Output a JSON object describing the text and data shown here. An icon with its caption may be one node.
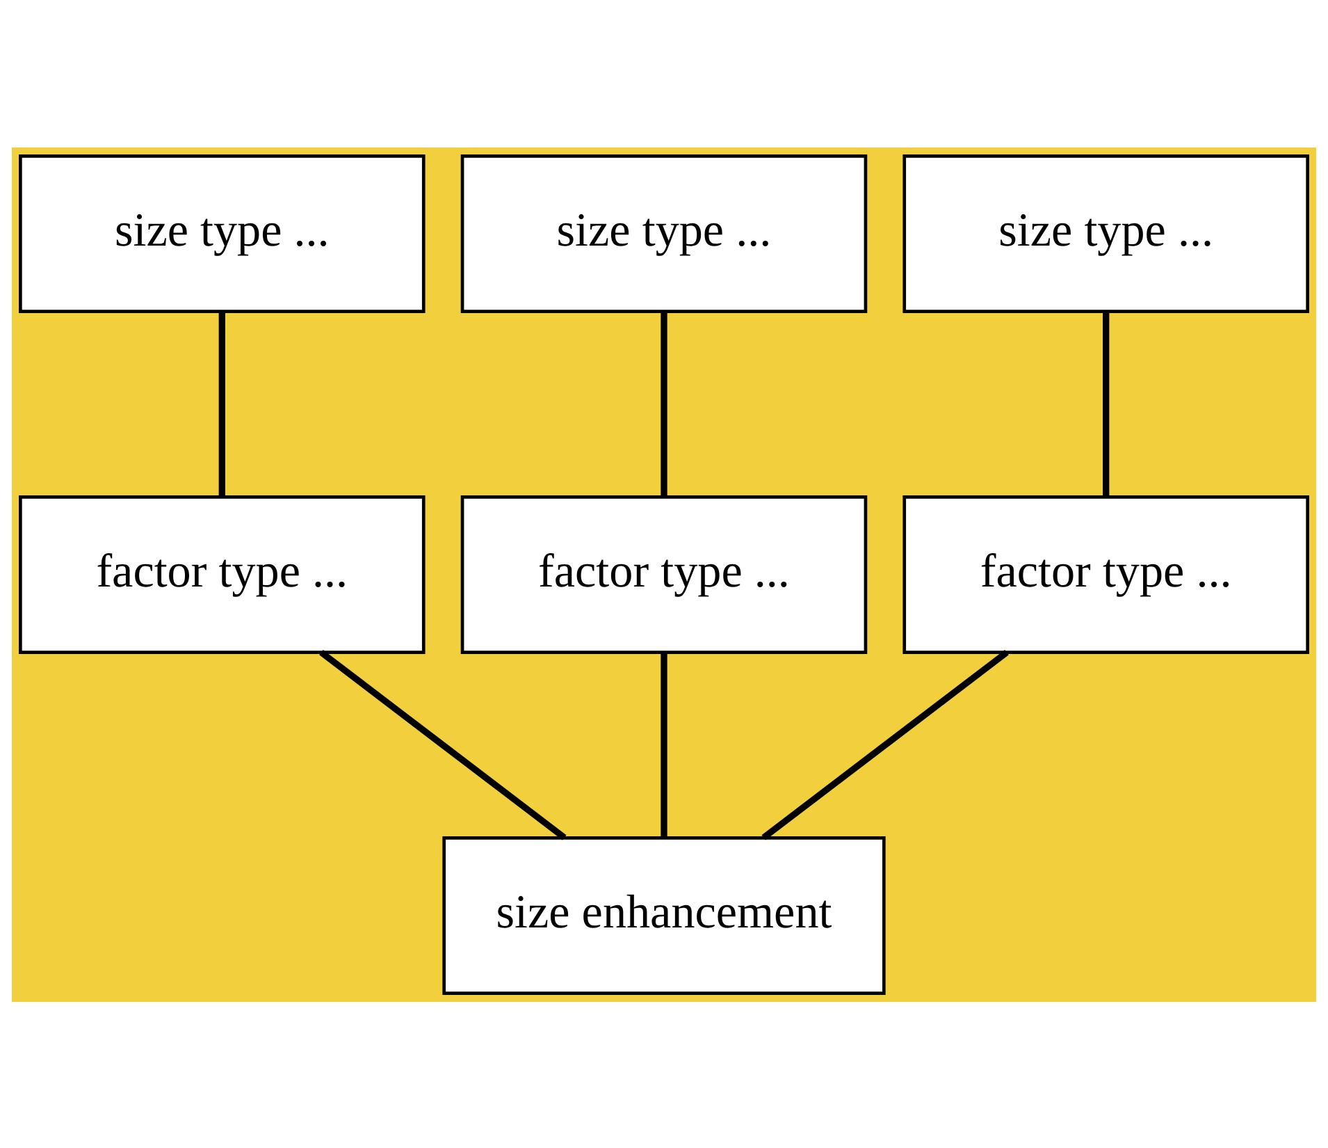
{
  "diagram": {
    "nodes": [
      {
        "text": [
          "size type ..."
        ]
      },
      {
        "text": [
          "size type ..."
        ]
      },
      {
        "text": [
          "size type ..."
        ]
      },
      {
        "text": [
          "factor type ..."
        ]
      },
      {
        "text": [
          "factor type ..."
        ]
      },
      {
        "text": [
          "factor type ..."
        ]
      },
      {
        "text": [
          "size enhancement"
        ]
      }
    ],
    "edges": [
      {
        "from": 0,
        "to": 3,
        "arrow": "none"
      },
      {
        "from": 1,
        "to": 4,
        "arrow": "none"
      },
      {
        "from": 2,
        "to": 5,
        "arrow": "none"
      },
      {
        "from": 3,
        "to": 6,
        "arrow": "none"
      },
      {
        "from": 4,
        "to": 6,
        "arrow": "none"
      },
      {
        "from": 5,
        "to": 6,
        "arrow": "none"
      }
    ]
  }
}
